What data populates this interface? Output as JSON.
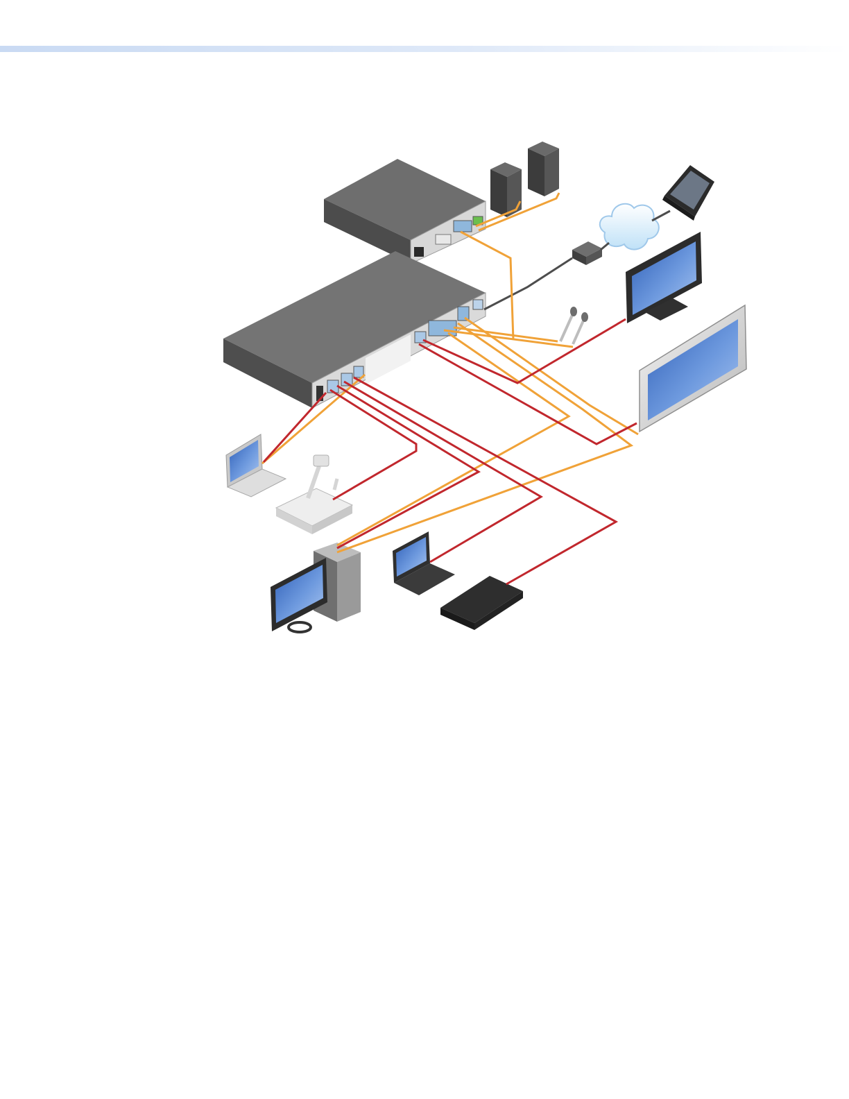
{
  "page": {
    "header_color": "#cfdff5",
    "caption": ""
  },
  "diagram": {
    "cable_colors": {
      "video": "#c1272d",
      "audio": "#f0a238",
      "network": "#4d4d4d"
    },
    "devices": [
      {
        "id": "amplifier",
        "icon": "amplifier-unit-icon"
      },
      {
        "id": "switcher",
        "icon": "presentation-switcher-icon"
      },
      {
        "id": "speaker-left",
        "icon": "speaker-icon"
      },
      {
        "id": "speaker-right",
        "icon": "speaker-icon"
      },
      {
        "id": "touch-panel",
        "icon": "touch-panel-icon"
      },
      {
        "id": "network-cloud",
        "icon": "cloud-icon"
      },
      {
        "id": "network-adapter",
        "icon": "network-adapter-icon"
      },
      {
        "id": "flat-panel-small",
        "icon": "flat-panel-display-icon"
      },
      {
        "id": "flat-panel-large",
        "icon": "flat-panel-display-icon"
      },
      {
        "id": "microphones",
        "icon": "microphone-icon"
      },
      {
        "id": "laptop-silver",
        "icon": "laptop-icon"
      },
      {
        "id": "document-camera",
        "icon": "document-camera-icon"
      },
      {
        "id": "desktop-pc",
        "icon": "desktop-computer-icon"
      },
      {
        "id": "laptop-black",
        "icon": "laptop-icon"
      },
      {
        "id": "media-player",
        "icon": "media-player-icon"
      }
    ]
  }
}
